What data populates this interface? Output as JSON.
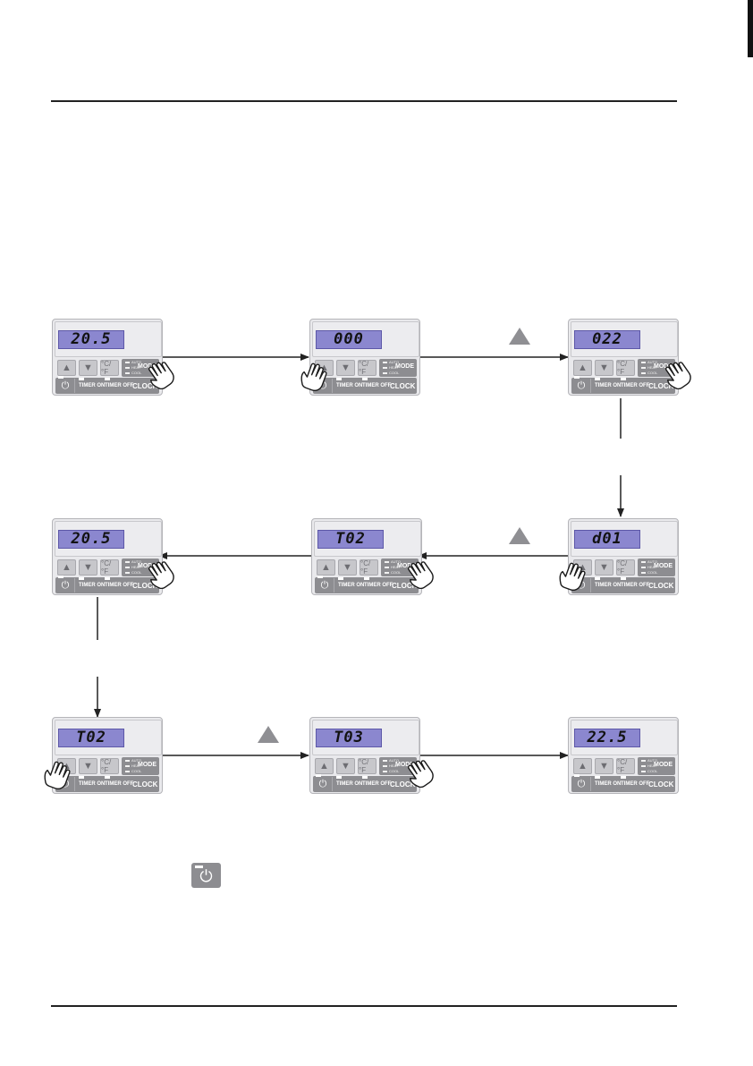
{
  "labels": {
    "auto": "AUTO",
    "heat": "HEAT",
    "cool": "COOL",
    "mode": "MODE",
    "timer_on": "TIMER ON",
    "timer_off": "TIMER OFF",
    "clock": "CLOCK",
    "cf": "°C/°F"
  },
  "icons": {
    "up": "triangle-up-icon",
    "down": "triangle-down-icon",
    "power": "power-icon",
    "hand": "pointing-hand-icon"
  },
  "colors": {
    "lcd": "#8b87cf",
    "panel": "#e9e9ec",
    "button_bar": "#8d8d91"
  },
  "panels": [
    {
      "display": "20.5"
    },
    {
      "display": "000"
    },
    {
      "display": "022"
    },
    {
      "display": "d01"
    },
    {
      "display": "T02"
    },
    {
      "display": "20.5"
    },
    {
      "display": "T02"
    },
    {
      "display": "T03"
    },
    {
      "display": "22.5"
    }
  ]
}
